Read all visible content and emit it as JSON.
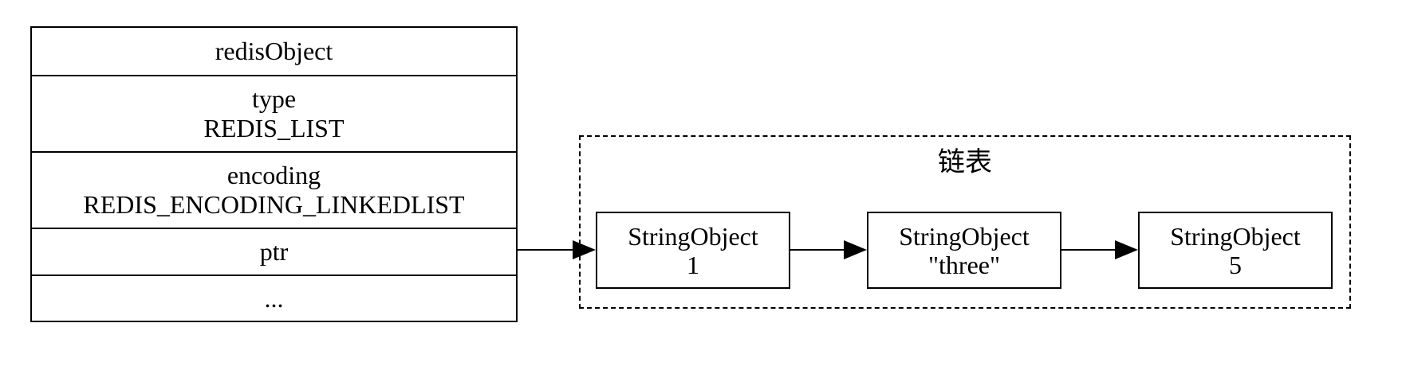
{
  "record": {
    "title": "redisObject",
    "type_label": "type",
    "type_value": "REDIS_LIST",
    "encoding_label": "encoding",
    "encoding_value": "REDIS_ENCODING_LINKEDLIST",
    "ptr": "ptr",
    "more": "..."
  },
  "cluster": {
    "label": "链表"
  },
  "nodes": [
    {
      "line1": "StringObject",
      "line2": "1"
    },
    {
      "line1": "StringObject",
      "line2": "\"three\""
    },
    {
      "line1": "StringObject",
      "line2": "5"
    }
  ]
}
